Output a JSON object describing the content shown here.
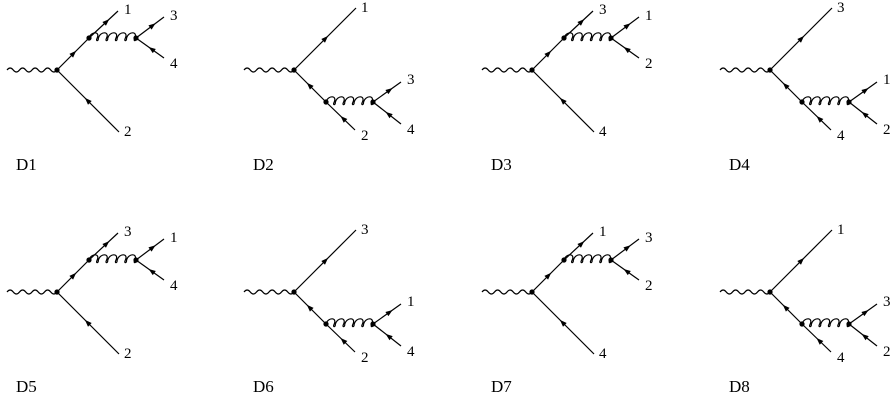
{
  "diagrams": [
    {
      "caption": "D1",
      "type": "upper",
      "labels": [
        "1",
        "3",
        "4",
        "2"
      ]
    },
    {
      "caption": "D2",
      "type": "lower",
      "labels": [
        "1",
        "3",
        "4",
        "2"
      ]
    },
    {
      "caption": "D3",
      "type": "upper",
      "labels": [
        "3",
        "1",
        "2",
        "4"
      ]
    },
    {
      "caption": "D4",
      "type": "lower",
      "labels": [
        "3",
        "1",
        "2",
        "4"
      ]
    },
    {
      "caption": "D5",
      "type": "upper",
      "labels": [
        "3",
        "1",
        "4",
        "2"
      ]
    },
    {
      "caption": "D6",
      "type": "lower",
      "labels": [
        "3",
        "1",
        "4",
        "2"
      ]
    },
    {
      "caption": "D7",
      "type": "upper",
      "labels": [
        "1",
        "3",
        "2",
        "4"
      ]
    },
    {
      "caption": "D8",
      "type": "lower",
      "labels": [
        "1",
        "3",
        "2",
        "4"
      ]
    }
  ]
}
